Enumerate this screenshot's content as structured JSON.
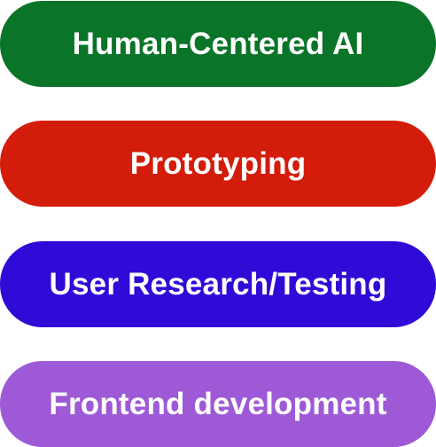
{
  "skills": [
    {
      "label": "Human-Centered AI",
      "color": "#0a7428"
    },
    {
      "label": "Prototyping",
      "color": "#d41c0a"
    },
    {
      "label": "User Research/Testing",
      "color": "#300ad6"
    },
    {
      "label": "Frontend development",
      "color": "#9e5ad6"
    }
  ]
}
